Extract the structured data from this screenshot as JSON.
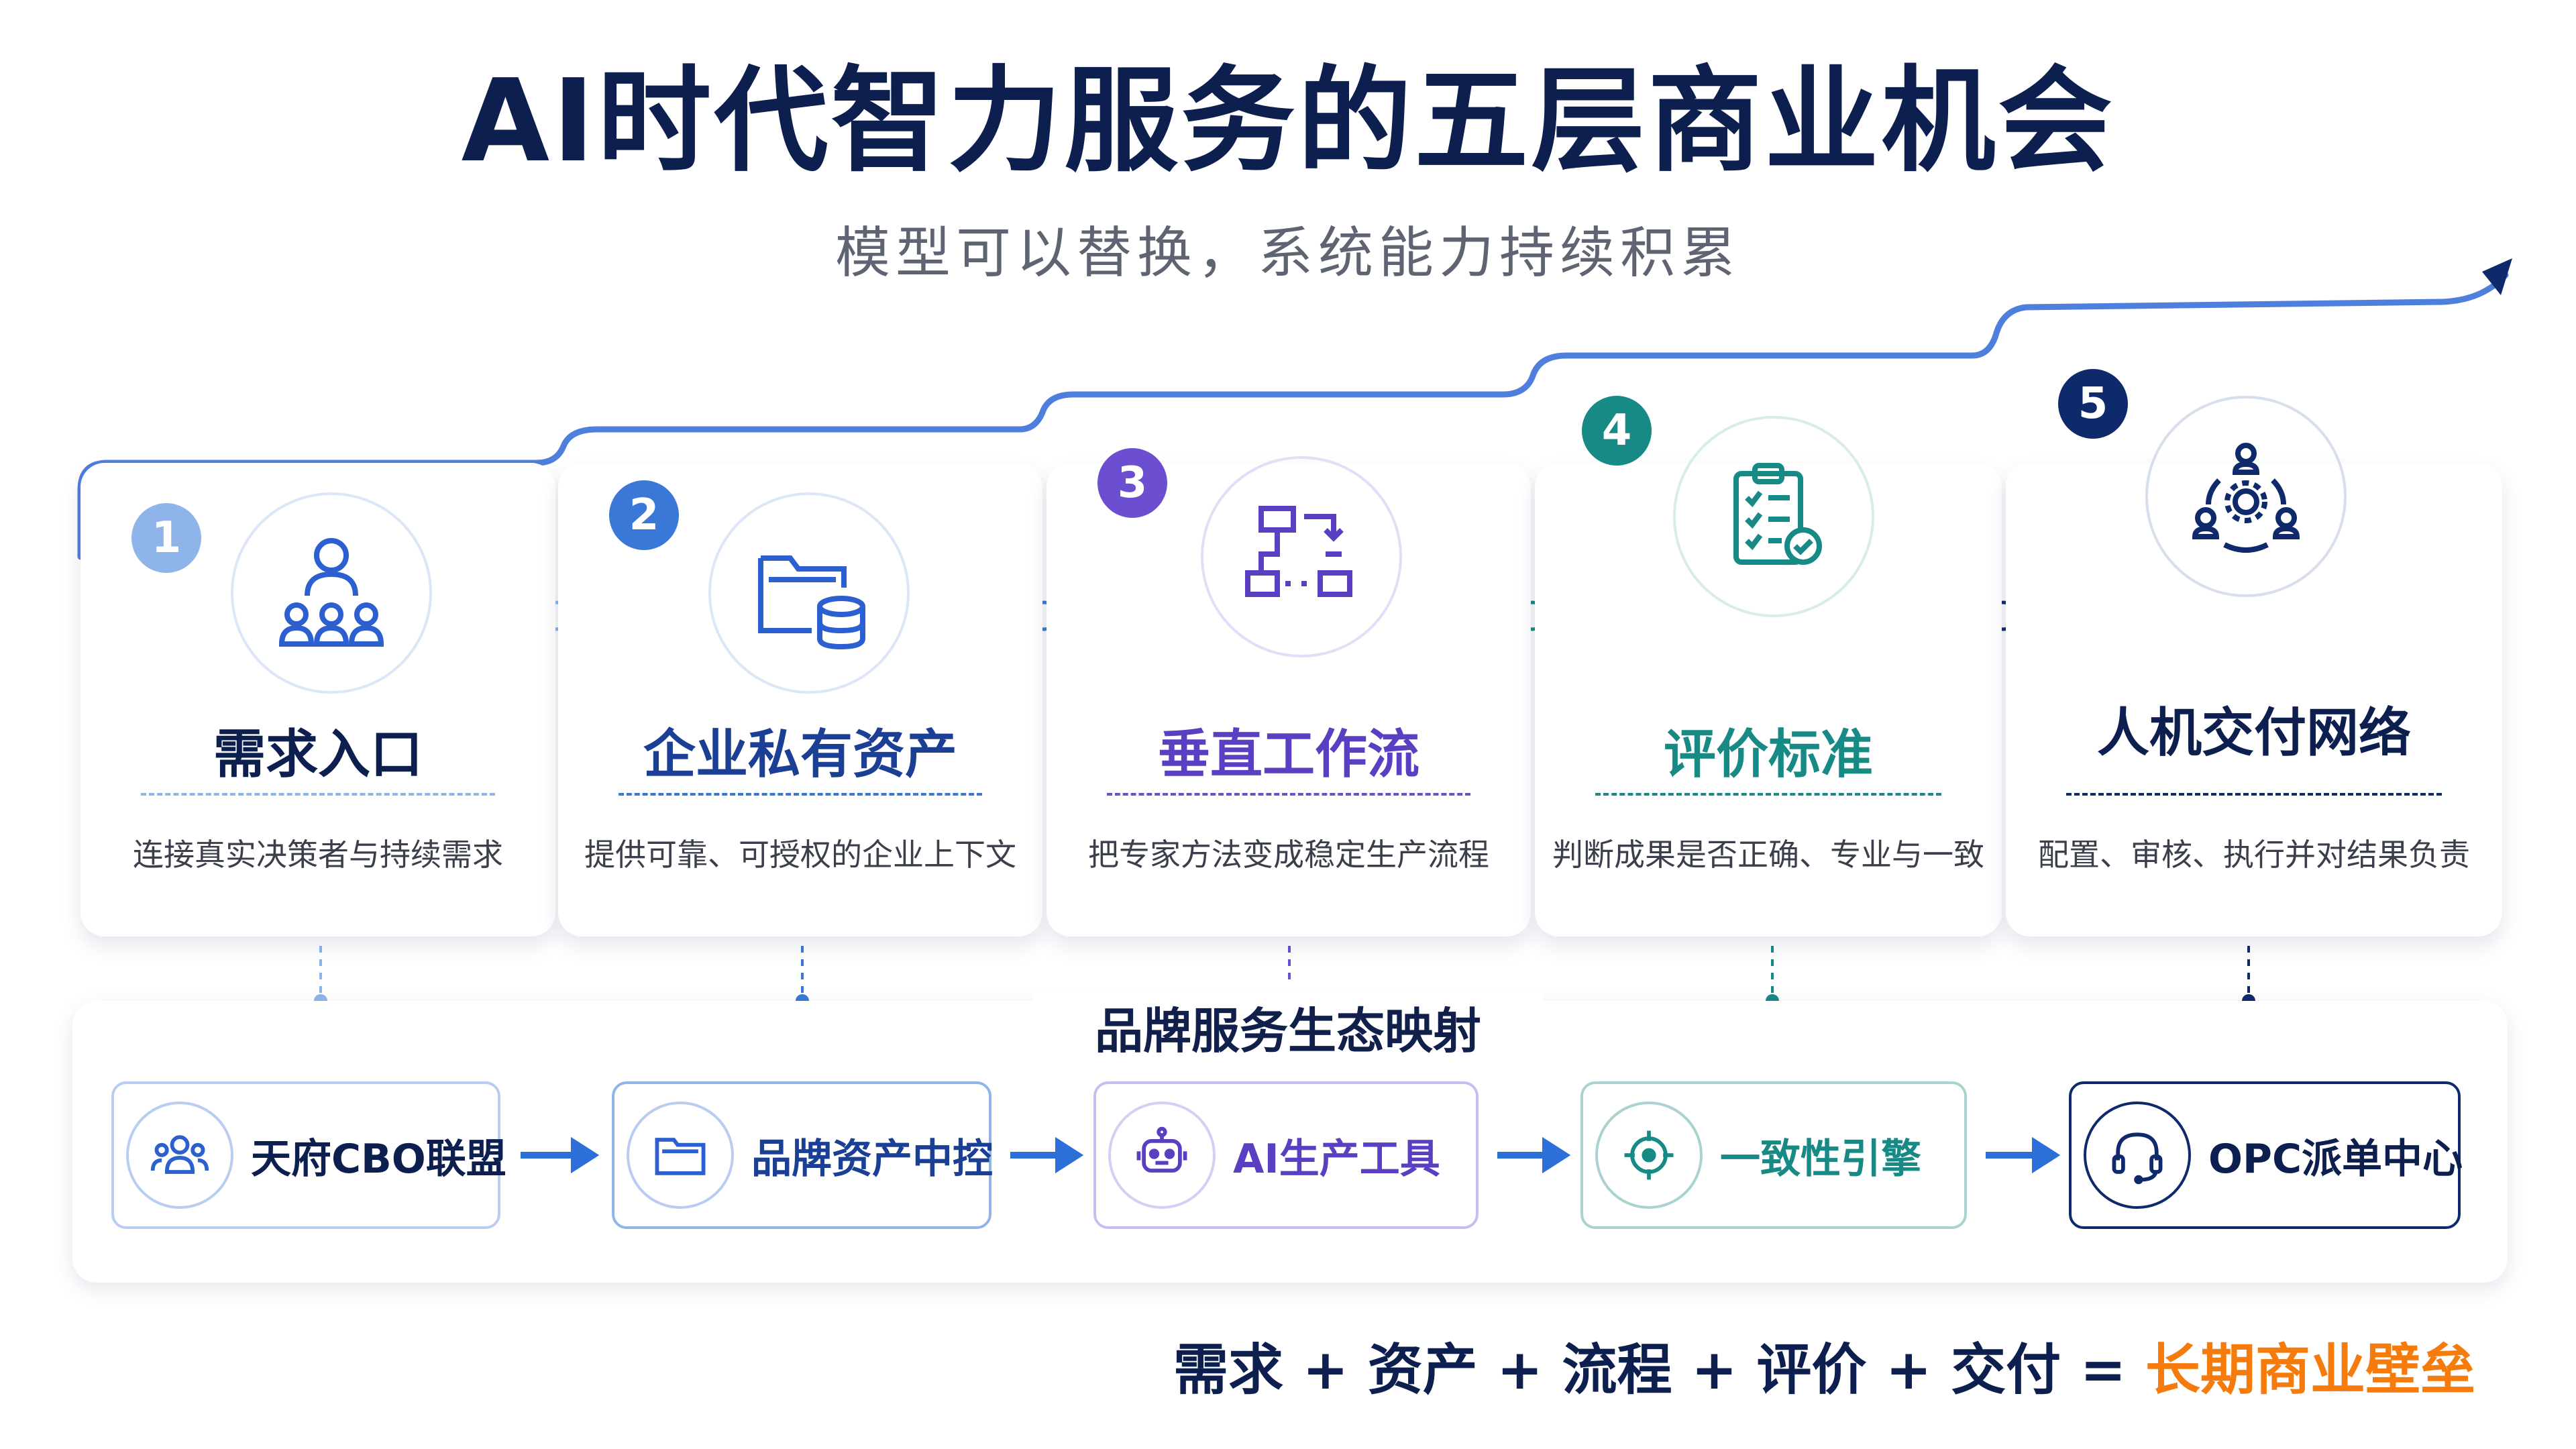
{
  "title": "AI时代智力服务的五层商业机会",
  "subtitle": "模型可以替换，系统能力持续积累",
  "layers": [
    {
      "number": "1",
      "name": "需求入口",
      "desc": "连接真实决策者与持续需求",
      "color": "#8fb4ea",
      "icon": "people-group-icon"
    },
    {
      "number": "2",
      "name": "企业私有资产",
      "desc": "提供可靠、可授权的企业上下文",
      "color": "#3a78d8",
      "icon": "folder-database-icon"
    },
    {
      "number": "3",
      "name": "垂直工作流",
      "desc": "把专家方法变成稳定生产流程",
      "color": "#6b4fd0",
      "icon": "workflow-icon"
    },
    {
      "number": "4",
      "name": "评价标准",
      "desc": "判断成果是否正确、专业与一致",
      "color": "#178a86",
      "icon": "clipboard-check-icon"
    },
    {
      "number": "5",
      "name": "人机交付网络",
      "desc": "配置、审核、执行并对结果负责",
      "color": "#0f2a6b",
      "icon": "network-gear-icon"
    }
  ],
  "ecosystem": {
    "title": "品牌服务生态映射",
    "items": [
      {
        "label": "天府CBO联盟",
        "icon": "users-icon",
        "color": "#3a78d8"
      },
      {
        "label": "品牌资产中控",
        "icon": "folder-icon",
        "color": "#3a78d8"
      },
      {
        "label": "AI生产工具",
        "icon": "robot-icon",
        "color": "#6b4fd0"
      },
      {
        "label": "一致性引擎",
        "icon": "target-icon",
        "color": "#178a86"
      },
      {
        "label": "OPC派单中心",
        "icon": "headset-icon",
        "color": "#0f2a6b"
      }
    ]
  },
  "formula": {
    "parts": "需求 + 资产 + 流程 + 评价 + 交付 =",
    "result": "长期商业壁垒"
  }
}
